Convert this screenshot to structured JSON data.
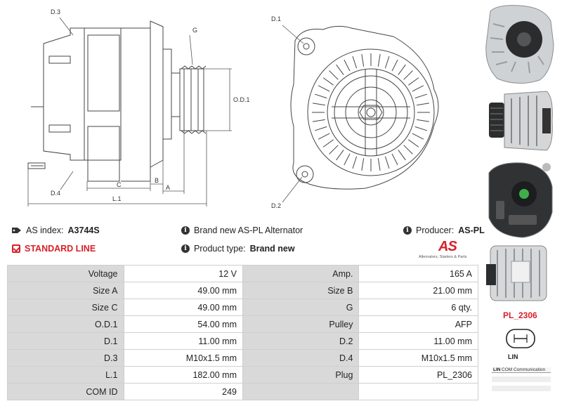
{
  "drawing_labels": {
    "d3": "D.3",
    "d4": "D.4",
    "g": "G",
    "od1": "O.D.1",
    "c": "C",
    "b": "B",
    "a": "A",
    "l1": "L.1",
    "d1": "D.1",
    "d2": "D.2"
  },
  "info": {
    "as_index_label": "AS index:",
    "as_index_value": "A3744S",
    "line_label": "STANDARD LINE",
    "brand_label": "Brand new AS-PL Alternator",
    "product_type_label": "Product type:",
    "product_type_value": "Brand new",
    "producer_label": "Producer:",
    "producer_value": "AS-PL"
  },
  "logo": {
    "mark": "AS",
    "tagline": "Alternators, Starters & Parts"
  },
  "specs": [
    {
      "l1": "Voltage",
      "v1": "12 V",
      "l2": "Amp.",
      "v2": "165 A"
    },
    {
      "l1": "Size A",
      "v1": "49.00 mm",
      "l2": "Size B",
      "v2": "21.00 mm"
    },
    {
      "l1": "Size C",
      "v1": "49.00 mm",
      "l2": "G",
      "v2": "6 qty."
    },
    {
      "l1": "O.D.1",
      "v1": "54.00 mm",
      "l2": "Pulley",
      "v2": "AFP"
    },
    {
      "l1": "D.1",
      "v1": "11.00 mm",
      "l2": "D.2",
      "v2": "11.00 mm"
    },
    {
      "l1": "D.3",
      "v1": "M10x1.5 mm",
      "l2": "D.4",
      "v2": "M10x1.5 mm"
    },
    {
      "l1": "L.1",
      "v1": "182.00 mm",
      "l2": "Plug",
      "v2": "PL_2306"
    },
    {
      "l1": "COM ID",
      "v1": "249",
      "l2": "",
      "v2": ""
    }
  ],
  "plug": {
    "name": "PL_2306",
    "pin_label": "LIN",
    "com_rows": [
      {
        "key": "LIN",
        "value": "COM Communication"
      },
      {
        "key": "",
        "value": ""
      },
      {
        "key": "",
        "value": ""
      }
    ]
  },
  "colors": {
    "accent_red": "#d8202a",
    "label_cell_bg": "#d9d9d9",
    "border": "#cfcfcf"
  },
  "icons": [
    "tag-icon",
    "check-icon",
    "info-icon",
    "as-logo"
  ]
}
